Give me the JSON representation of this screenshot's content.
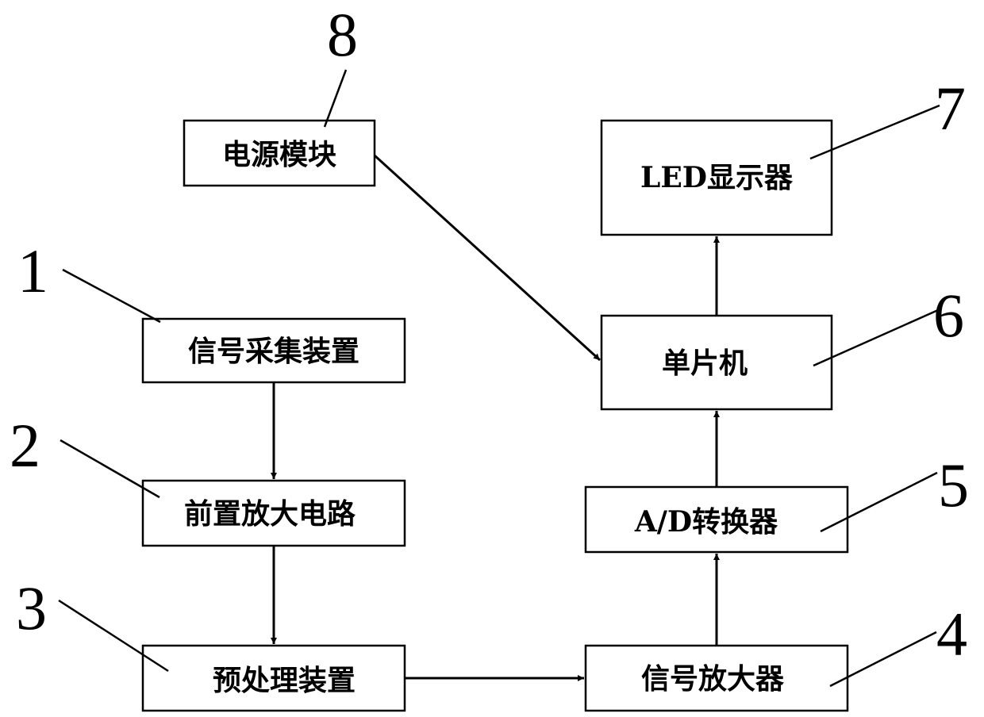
{
  "blocks": {
    "b1": {
      "label": "信号采集装置",
      "num": "1"
    },
    "b2": {
      "label": "前置放大电路",
      "num": "2"
    },
    "b3": {
      "label": "预处理装置",
      "num": "3"
    },
    "b4": {
      "label": "信号放大器",
      "num": "4"
    },
    "b5": {
      "label": "A/D转换器",
      "num": "5"
    },
    "b6": {
      "label": "单片机",
      "num": "6"
    },
    "b7": {
      "label": "LED显示器",
      "num": "7"
    },
    "b8": {
      "label": "电源模块",
      "num": "8"
    }
  }
}
